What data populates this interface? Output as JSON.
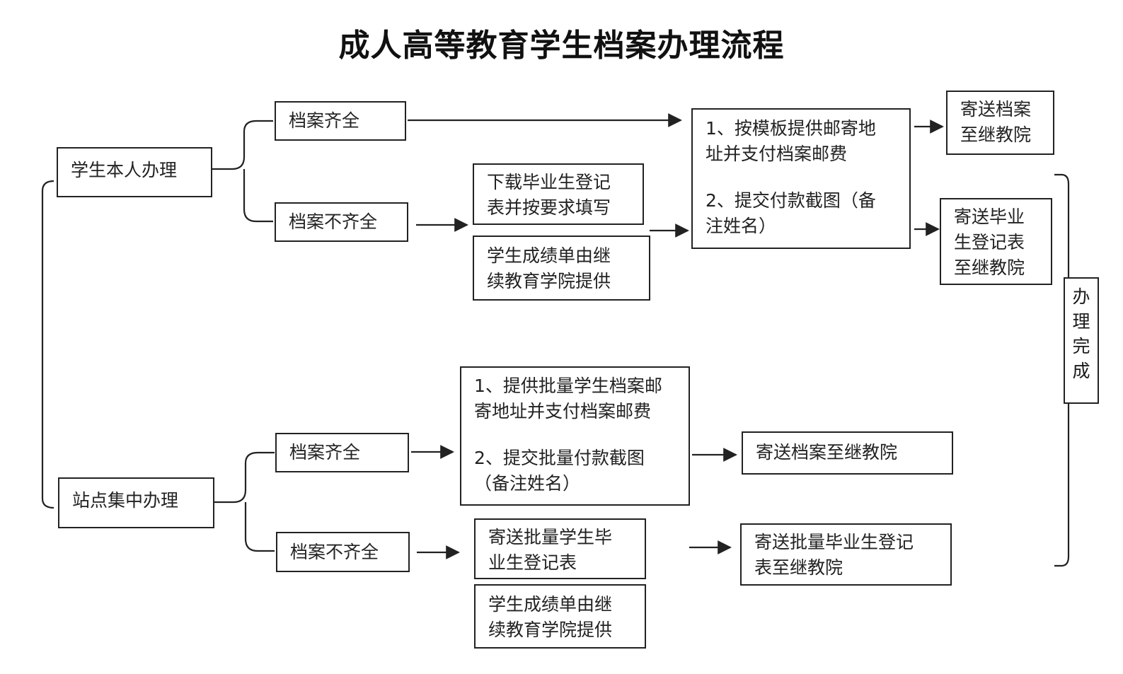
{
  "title": "成人高等教育学生档案办理流程",
  "self": {
    "label": "学生本人办理",
    "complete": {
      "label": "档案齐全"
    },
    "incomplete": {
      "label": "档案不齐全",
      "download": [
        "下载毕业生登记",
        "表并按要求填写"
      ],
      "transcript": [
        "学生成绩单由继",
        "续教育学院提供"
      ]
    },
    "steps": {
      "step1": [
        "1、按模板提供邮寄地",
        "址并支付档案邮费"
      ],
      "step2": [
        "2、提交付款截图（备",
        "注姓名）"
      ]
    },
    "send_archive": [
      "寄送档案",
      "至继教院"
    ],
    "send_form": [
      "寄送毕业",
      "生登记表",
      "至继教院"
    ]
  },
  "station": {
    "label": "站点集中办理",
    "complete": {
      "label": "档案齐全"
    },
    "incomplete": {
      "label": "档案不齐全",
      "send_batch": [
        "寄送批量学生毕",
        "业生登记表"
      ],
      "transcript": [
        "学生成绩单由继",
        "续教育学院提供"
      ]
    },
    "steps": {
      "step1": [
        "1、提供批量学生档案邮",
        "寄地址并支付档案邮费"
      ],
      "step2": [
        "2、提交批量付款截图",
        "（备注姓名）"
      ]
    },
    "send_archive": "寄送档案至继教院",
    "send_form": [
      "寄送批量毕业生登记",
      "表至继教院"
    ]
  },
  "done": [
    "办",
    "理",
    "完",
    "成"
  ]
}
